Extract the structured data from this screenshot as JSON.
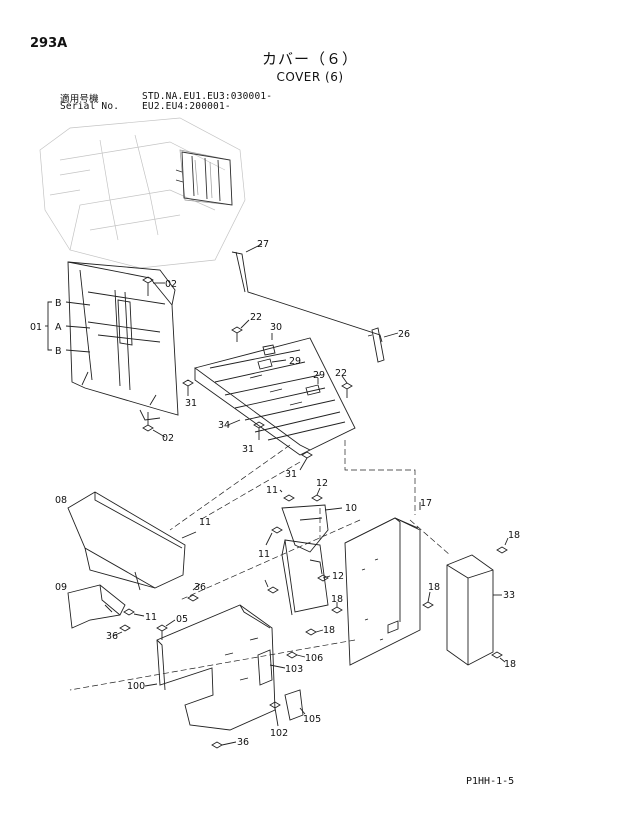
{
  "page_code": "293A",
  "title_jp": "カバー（６）",
  "title_en": "COVER (6)",
  "serial": {
    "label_1": "適用号機",
    "value_1": "STD.NA.EU1.EU3:030001-",
    "label_2": "Serial No.",
    "value_2": "EU2.EU4:200001-"
  },
  "footer_code": "P1HH-1-5",
  "callouts": [
    "27",
    "02",
    "22",
    "30",
    "26",
    "01",
    "B",
    "A",
    "B",
    "29",
    "29",
    "22",
    "31",
    "34",
    "31",
    "31",
    "02",
    "08",
    "11",
    "12",
    "10",
    "17",
    "18",
    "11",
    "11",
    "12",
    "36",
    "09",
    "11",
    "18",
    "33",
    "36",
    "05",
    "18",
    "18",
    "106",
    "103",
    "100",
    "105",
    "102",
    "36",
    "18"
  ]
}
